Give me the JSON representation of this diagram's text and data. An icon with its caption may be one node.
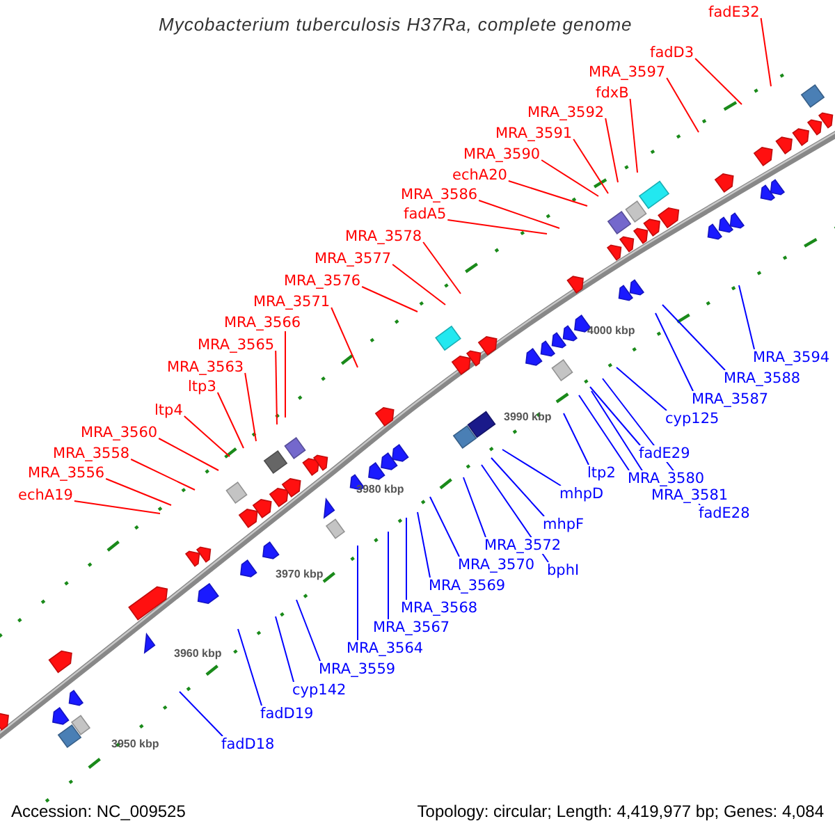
{
  "diagram": {
    "title": "Mycobacterium tuberculosis H37Ra, complete genome",
    "nodes": [
      {
        "text": [
          "fadE32"
        ]
      },
      {
        "text": [
          "fadD3"
        ]
      },
      {
        "text": [
          "MRA_3597"
        ]
      },
      {
        "text": [
          "fdxB"
        ]
      },
      {
        "text": [
          "MRA_3592"
        ]
      },
      {
        "text": [
          "MRA_3591"
        ]
      },
      {
        "text": [
          "MRA_3590"
        ]
      },
      {
        "text": [
          "echA20"
        ]
      },
      {
        "text": [
          "MRA_3586"
        ]
      },
      {
        "text": [
          "fadA5"
        ]
      },
      {
        "text": [
          "MRA_3578"
        ]
      },
      {
        "text": [
          "MRA_3577"
        ]
      },
      {
        "text": [
          "MRA_3576"
        ]
      },
      {
        "text": [
          "MRA_3571"
        ]
      },
      {
        "text": [
          "MRA_3566"
        ]
      },
      {
        "text": [
          "MRA_3565"
        ]
      },
      {
        "text": [
          "MRA_3563"
        ]
      },
      {
        "text": [
          "ltp3"
        ]
      },
      {
        "text": [
          "ltp4"
        ]
      },
      {
        "text": [
          "MRA_3560"
        ]
      },
      {
        "text": [
          "MRA_3558"
        ]
      },
      {
        "text": [
          "MRA_3556"
        ]
      },
      {
        "text": [
          "echA19"
        ]
      },
      {
        "text": [
          "MRA_3594"
        ]
      },
      {
        "text": [
          "MRA_3588"
        ]
      },
      {
        "text": [
          "MRA_3587"
        ]
      },
      {
        "text": [
          "cyp125"
        ]
      },
      {
        "text": [
          "fadE29"
        ]
      },
      {
        "text": [
          "ltp2"
        ]
      },
      {
        "text": [
          "MRA_3580"
        ]
      },
      {
        "text": [
          "MRA_3581"
        ]
      },
      {
        "text": [
          "fadE28"
        ]
      },
      {
        "text": [
          "mhpD"
        ]
      },
      {
        "text": [
          "mhpF"
        ]
      },
      {
        "text": [
          "MRA_3572"
        ]
      },
      {
        "text": [
          "bphI"
        ]
      },
      {
        "text": [
          "MRA_3570"
        ]
      },
      {
        "text": [
          "MRA_3569"
        ]
      },
      {
        "text": [
          "MRA_3568"
        ]
      },
      {
        "text": [
          "MRA_3567"
        ]
      },
      {
        "text": [
          "MRA_3564"
        ]
      },
      {
        "text": [
          "MRA_3559"
        ]
      },
      {
        "text": [
          "cyp142"
        ]
      },
      {
        "text": [
          "fadD19"
        ]
      },
      {
        "text": [
          "fadD18"
        ]
      }
    ],
    "edges": [
      {
        "from": 0,
        "to": null,
        "arrow": "none",
        "color": "#ff0000"
      },
      {
        "from": 1,
        "to": null,
        "arrow": "none",
        "color": "#ff0000"
      },
      {
        "from": 2,
        "to": null,
        "arrow": "none",
        "color": "#ff0000"
      },
      {
        "from": 3,
        "to": null,
        "arrow": "none",
        "color": "#ff0000"
      },
      {
        "from": 4,
        "to": null,
        "arrow": "none",
        "color": "#ff0000"
      },
      {
        "from": 5,
        "to": null,
        "arrow": "none",
        "color": "#ff0000"
      },
      {
        "from": 6,
        "to": null,
        "arrow": "none",
        "color": "#ff0000"
      },
      {
        "from": 7,
        "to": null,
        "arrow": "none",
        "color": "#ff0000"
      },
      {
        "from": 8,
        "to": null,
        "arrow": "none",
        "color": "#ff0000"
      },
      {
        "from": 9,
        "to": null,
        "arrow": "none",
        "color": "#ff0000"
      },
      {
        "from": 10,
        "to": null,
        "arrow": "none",
        "color": "#ff0000"
      },
      {
        "from": 11,
        "to": null,
        "arrow": "none",
        "color": "#ff0000"
      },
      {
        "from": 12,
        "to": null,
        "arrow": "none",
        "color": "#ff0000"
      },
      {
        "from": 13,
        "to": null,
        "arrow": "none",
        "color": "#ff0000"
      },
      {
        "from": 14,
        "to": null,
        "arrow": "none",
        "color": "#ff0000"
      },
      {
        "from": 15,
        "to": null,
        "arrow": "none",
        "color": "#ff0000"
      },
      {
        "from": 16,
        "to": null,
        "arrow": "none",
        "color": "#ff0000"
      },
      {
        "from": 17,
        "to": null,
        "arrow": "none",
        "color": "#ff0000"
      },
      {
        "from": 18,
        "to": null,
        "arrow": "none",
        "color": "#ff0000"
      },
      {
        "from": 19,
        "to": null,
        "arrow": "none",
        "color": "#ff0000"
      },
      {
        "from": 20,
        "to": null,
        "arrow": "none",
        "color": "#ff0000"
      },
      {
        "from": 21,
        "to": null,
        "arrow": "none",
        "color": "#ff0000"
      },
      {
        "from": 22,
        "to": null,
        "arrow": "none",
        "color": "#ff0000"
      },
      {
        "from": 23,
        "to": null,
        "arrow": "none",
        "color": "#0000ff"
      },
      {
        "from": 24,
        "to": null,
        "arrow": "none",
        "color": "#0000ff"
      },
      {
        "from": 25,
        "to": null,
        "arrow": "none",
        "color": "#0000ff"
      },
      {
        "from": 26,
        "to": null,
        "arrow": "none",
        "color": "#0000ff"
      },
      {
        "from": 27,
        "to": null,
        "arrow": "none",
        "color": "#0000ff"
      },
      {
        "from": 28,
        "to": null,
        "arrow": "none",
        "color": "#0000ff"
      },
      {
        "from": 29,
        "to": null,
        "arrow": "none",
        "color": "#0000ff"
      },
      {
        "from": 30,
        "to": null,
        "arrow": "none",
        "color": "#0000ff"
      },
      {
        "from": 31,
        "to": null,
        "arrow": "none",
        "color": "#0000ff"
      },
      {
        "from": 32,
        "to": null,
        "arrow": "none",
        "color": "#0000ff"
      },
      {
        "from": 33,
        "to": null,
        "arrow": "none",
        "color": "#0000ff"
      },
      {
        "from": 34,
        "to": null,
        "arrow": "none",
        "color": "#0000ff"
      },
      {
        "from": 35,
        "to": null,
        "arrow": "none",
        "color": "#0000ff"
      },
      {
        "from": 36,
        "to": null,
        "arrow": "none",
        "color": "#0000ff"
      },
      {
        "from": 37,
        "to": null,
        "arrow": "none",
        "color": "#0000ff"
      },
      {
        "from": 38,
        "to": null,
        "arrow": "none",
        "color": "#0000ff"
      },
      {
        "from": 39,
        "to": null,
        "arrow": "none",
        "color": "#0000ff"
      },
      {
        "from": 40,
        "to": null,
        "arrow": "none",
        "color": "#0000ff"
      },
      {
        "from": 41,
        "to": null,
        "arrow": "none",
        "color": "#0000ff"
      },
      {
        "from": 42,
        "to": null,
        "arrow": "none",
        "color": "#0000ff"
      },
      {
        "from": 43,
        "to": null,
        "arrow": "none",
        "color": "#0000ff"
      },
      {
        "from": 44,
        "to": null,
        "arrow": "none",
        "color": "#0000ff"
      }
    ],
    "labels": [
      "4000 kbp",
      "3990 kbp",
      "3980 kbp",
      "3970 kbp",
      "3960 kbp",
      "3950 kbp",
      "Accession: NC_009525",
      "Topology: circular; Length: 4,419,977 bp; Genes: 4,084"
    ]
  }
}
